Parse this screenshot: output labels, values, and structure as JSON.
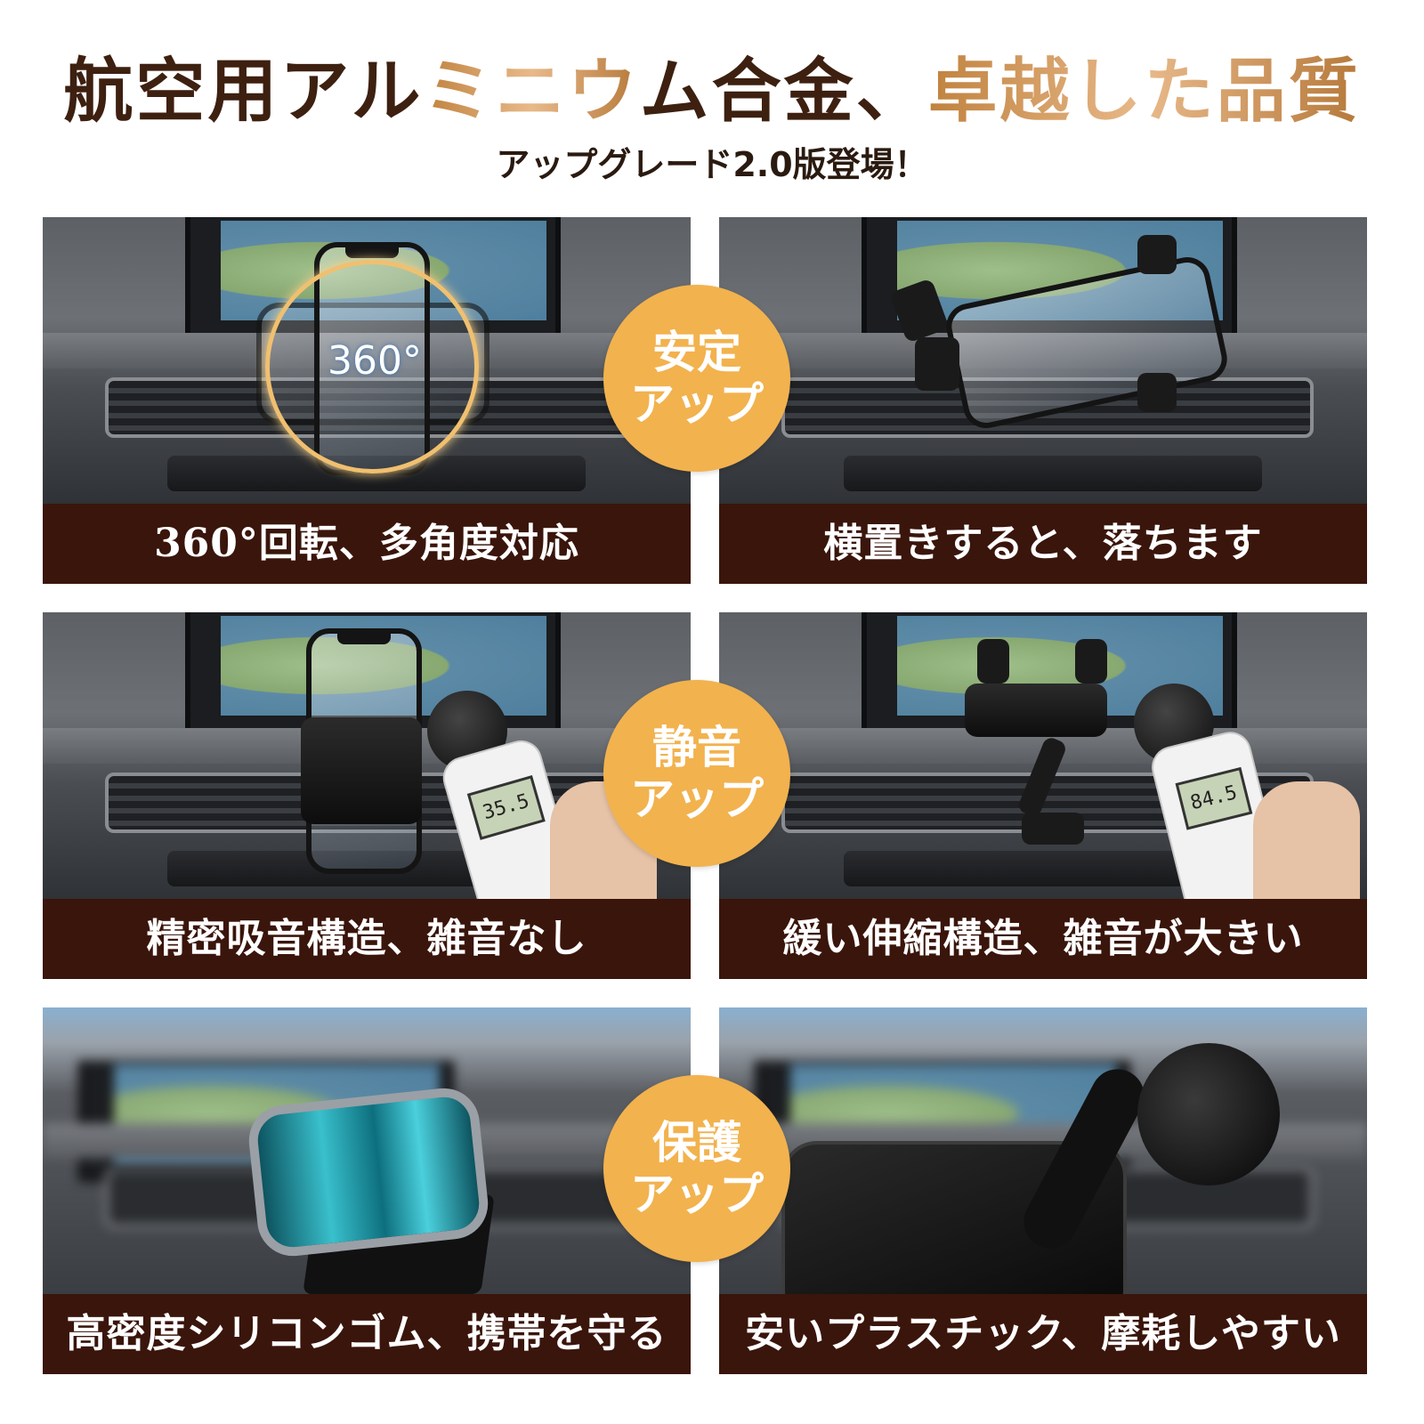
{
  "header": {
    "title_part1": "航空用アル",
    "title_part2": "ミニウ",
    "title_part3": "ム合金、",
    "title_part4": "卓越した品質",
    "subtitle": "アップグレード2.0版登場！"
  },
  "panels": [
    {
      "caption": "360°回転、多角度対応",
      "overlay_text": "360°"
    },
    {
      "caption": "横置きすると、落ちます"
    },
    {
      "caption": "精密吸音構造、雑音なし",
      "meter_reading": "35.5"
    },
    {
      "caption": "緩い伸縮構造、雑音が大きい",
      "meter_reading": "84.5"
    },
    {
      "caption": "高密度シリコンゴム、携帯を守る"
    },
    {
      "caption": "安いプラスチック、摩耗しやすい"
    }
  ],
  "badges": [
    {
      "line1": "安定",
      "line2": "アップ"
    },
    {
      "line1": "静音",
      "line2": "アップ"
    },
    {
      "line1": "保護",
      "line2": "アップ"
    }
  ],
  "colors": {
    "caption_bg": "#3a150b",
    "badge_bg": "#f2b24e",
    "title_dark": "#3d2010",
    "title_gold": "#d9a066"
  }
}
